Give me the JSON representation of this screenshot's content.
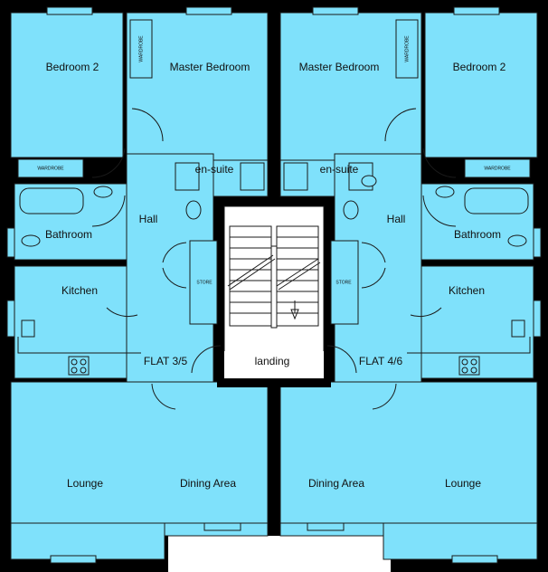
{
  "labels": {
    "bedroom2_left": "Bedroom 2",
    "master_left": "Master Bedroom",
    "master_right": "Master Bedroom",
    "bedroom2_right": "Bedroom 2",
    "ensuite_left": "en-suite",
    "ensuite_right": "en-suite",
    "hall_left": "Hall",
    "hall_right": "Hall",
    "bathroom_left": "Bathroom",
    "bathroom_right": "Bathroom",
    "kitchen_left": "Kitchen",
    "kitchen_right": "Kitchen",
    "flat_left": "FLAT 3/5",
    "flat_right": "FLAT 4/6",
    "landing": "landing",
    "lounge_left": "Lounge",
    "dining_left": "Dining Area",
    "dining_right": "Dining Area",
    "lounge_right": "Lounge"
  },
  "tiny": {
    "wardrobe": "WARDROBE",
    "store": "STORE"
  },
  "colors": {
    "room_fill": "#7fe1fb",
    "wall": "#000000",
    "landing_fill": "#ffffff"
  }
}
